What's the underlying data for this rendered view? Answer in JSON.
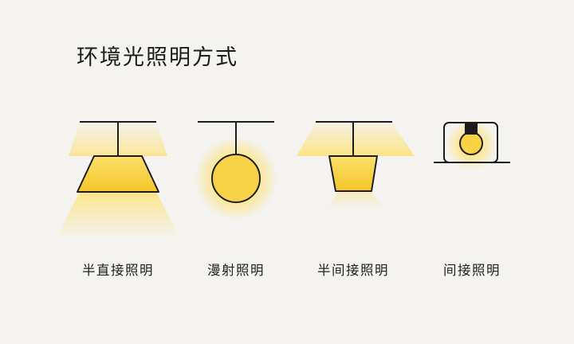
{
  "title": "环境光照明方式",
  "colors": {
    "background": "#f4f3f0",
    "lamp_fill": "#f6cf3a",
    "glow": "#fde27a",
    "line": "#1c1c1c"
  },
  "methods": [
    {
      "label": "半直接照明",
      "icon": "semi-direct-lamp-icon"
    },
    {
      "label": "漫射照明",
      "icon": "diffuse-lamp-icon"
    },
    {
      "label": "半间接照明",
      "icon": "semi-indirect-lamp-icon"
    },
    {
      "label": "间接照明",
      "icon": "indirect-lamp-icon"
    }
  ]
}
